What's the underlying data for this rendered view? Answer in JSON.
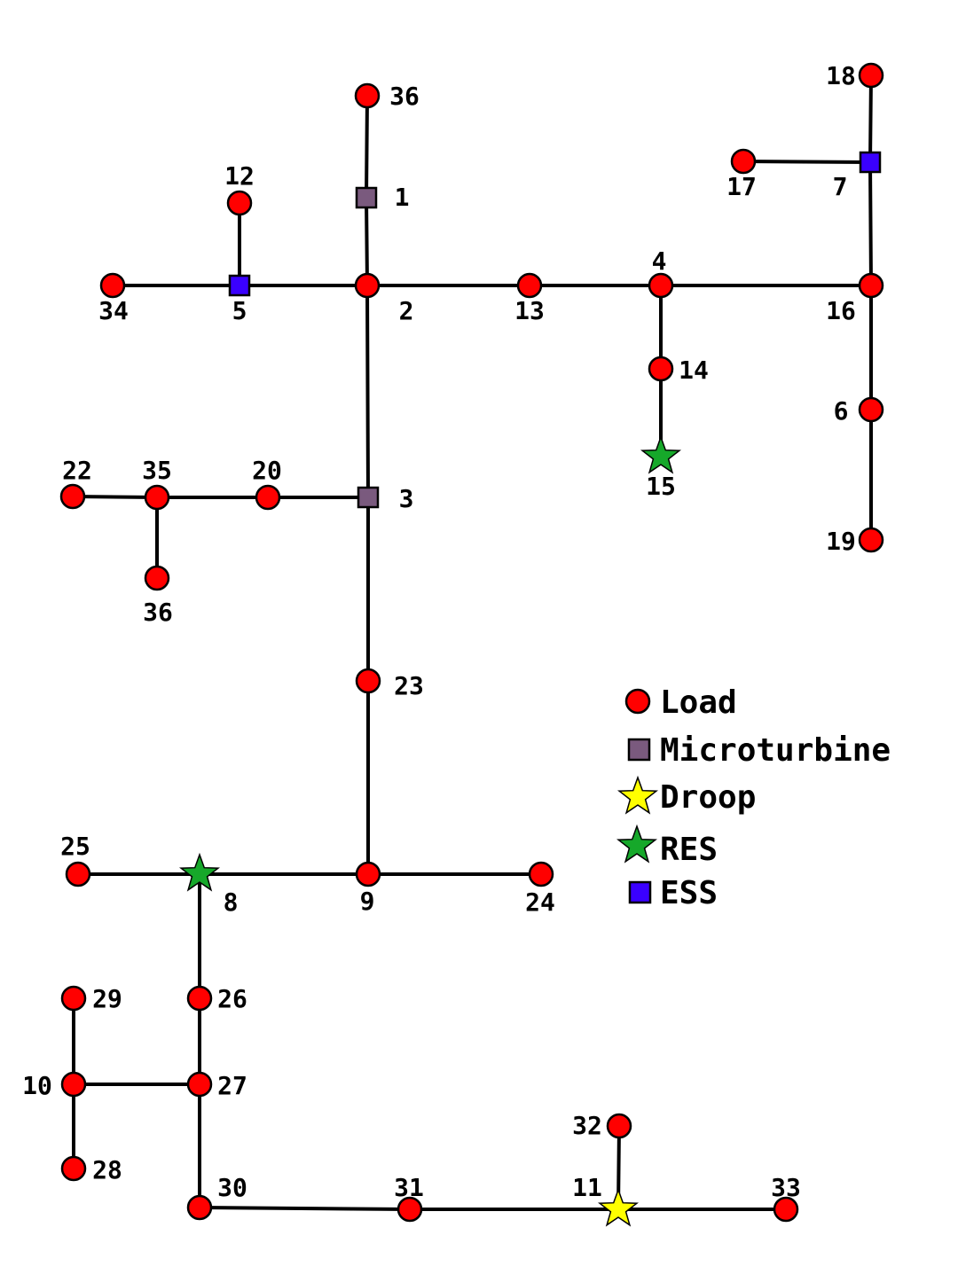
{
  "legend": {
    "load": "Load",
    "microturbine": "Microturbine",
    "droop": "Droop",
    "res": "RES",
    "ess": "ESS"
  },
  "colors": {
    "load": "#ff0000",
    "microturbine": "#7a5a7e",
    "droop": "#ffff00",
    "res": "#16a82a",
    "ess": "#3a00ff"
  },
  "nodes": {
    "n36a": {
      "label": "36",
      "type": "load"
    },
    "n1": {
      "label": "1",
      "type": "microturbine"
    },
    "n12": {
      "label": "12",
      "type": "load"
    },
    "n34": {
      "label": "34",
      "type": "load"
    },
    "n5": {
      "label": "5",
      "type": "ess"
    },
    "n2": {
      "label": "2",
      "type": "load"
    },
    "n13": {
      "label": "13",
      "type": "load"
    },
    "n4": {
      "label": "4",
      "type": "load"
    },
    "n16": {
      "label": "16",
      "type": "load"
    },
    "n18": {
      "label": "18",
      "type": "load"
    },
    "n7": {
      "label": "7",
      "type": "ess"
    },
    "n17": {
      "label": "17",
      "type": "load"
    },
    "n14": {
      "label": "14",
      "type": "load"
    },
    "n15": {
      "label": "15",
      "type": "res"
    },
    "n6": {
      "label": "6",
      "type": "load"
    },
    "n19": {
      "label": "19",
      "type": "load"
    },
    "n3": {
      "label": "3",
      "type": "microturbine"
    },
    "n20": {
      "label": "20",
      "type": "load"
    },
    "n35": {
      "label": "35",
      "type": "load"
    },
    "n22": {
      "label": "22",
      "type": "load"
    },
    "n36b": {
      "label": "36",
      "type": "load"
    },
    "n23": {
      "label": "23",
      "type": "load"
    },
    "n9": {
      "label": "9",
      "type": "load"
    },
    "n24": {
      "label": "24",
      "type": "load"
    },
    "n8": {
      "label": "8",
      "type": "res"
    },
    "n25": {
      "label": "25",
      "type": "load"
    },
    "n26": {
      "label": "26",
      "type": "load"
    },
    "n27": {
      "label": "27",
      "type": "load"
    },
    "n10": {
      "label": "10",
      "type": "load"
    },
    "n29": {
      "label": "29",
      "type": "load"
    },
    "n28": {
      "label": "28",
      "type": "load"
    },
    "n30": {
      "label": "30",
      "type": "load"
    },
    "n31": {
      "label": "31",
      "type": "load"
    },
    "n11": {
      "label": "11",
      "type": "droop"
    },
    "n32": {
      "label": "32",
      "type": "load"
    },
    "n33": {
      "label": "33",
      "type": "load"
    }
  },
  "edges": [
    [
      "n36a",
      "n1"
    ],
    [
      "n1",
      "n2"
    ],
    [
      "n12",
      "n5"
    ],
    [
      "n34",
      "n5"
    ],
    [
      "n5",
      "n2"
    ],
    [
      "n2",
      "n13"
    ],
    [
      "n13",
      "n4"
    ],
    [
      "n4",
      "n16"
    ],
    [
      "n18",
      "n7"
    ],
    [
      "n17",
      "n7"
    ],
    [
      "n7",
      "n16"
    ],
    [
      "n4",
      "n14"
    ],
    [
      "n14",
      "n15"
    ],
    [
      "n16",
      "n6"
    ],
    [
      "n6",
      "n19"
    ],
    [
      "n2",
      "n3"
    ],
    [
      "n3",
      "n20"
    ],
    [
      "n20",
      "n35"
    ],
    [
      "n35",
      "n22"
    ],
    [
      "n35",
      "n36b"
    ],
    [
      "n3",
      "n23"
    ],
    [
      "n23",
      "n9"
    ],
    [
      "n9",
      "n24"
    ],
    [
      "n9",
      "n8"
    ],
    [
      "n8",
      "n25"
    ],
    [
      "n8",
      "n26"
    ],
    [
      "n26",
      "n27"
    ],
    [
      "n27",
      "n10"
    ],
    [
      "n10",
      "n29"
    ],
    [
      "n10",
      "n28"
    ],
    [
      "n27",
      "n30"
    ],
    [
      "n30",
      "n31"
    ],
    [
      "n31",
      "n11"
    ],
    [
      "n11",
      "n32"
    ],
    [
      "n11",
      "n33"
    ]
  ]
}
